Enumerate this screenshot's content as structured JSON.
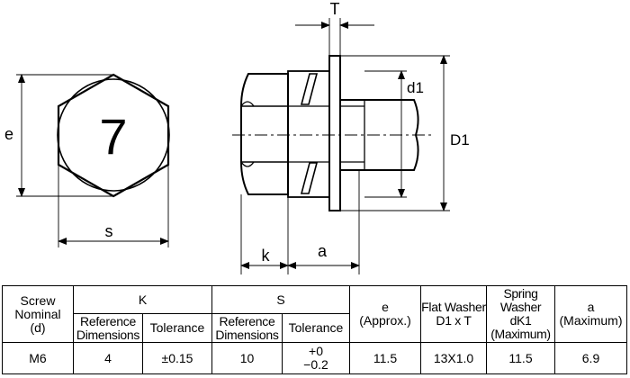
{
  "drawing": {
    "head_number": "7",
    "labels": {
      "e": "e",
      "s": "s",
      "T": "T",
      "d1": "d1",
      "D1": "D1",
      "k": "k",
      "a": "a"
    }
  },
  "table": {
    "screw_header": [
      "Screw",
      "Nominal",
      "(d)"
    ],
    "k_header": "K",
    "s_header": "S",
    "e_header": [
      "e",
      "(Approx.)"
    ],
    "flat_washer_header": [
      "Flat Washer",
      "D1 x T"
    ],
    "spring_washer_header": [
      "Spring Washer",
      "dK1",
      "(Maximum)"
    ],
    "a_header": [
      "a",
      "(Maximum)"
    ],
    "ref_dims": [
      "Reference",
      "Dimensions"
    ],
    "tolerance": "Tolerance",
    "row": {
      "screw": "M6",
      "k_ref": "4",
      "k_tol": "±0.15",
      "s_ref": "10",
      "s_tol": [
        "+0",
        "−0.2"
      ],
      "e": "11.5",
      "flat_washer": "13X1.0",
      "spring_washer": "11.5",
      "a": "6.9"
    }
  }
}
